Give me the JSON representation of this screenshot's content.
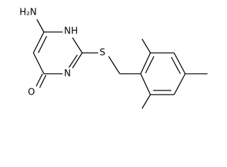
{
  "molecule": {
    "atoms": {
      "amino": "H₂N",
      "ring_nh": "H",
      "ring_nh_n": "N",
      "ring_n": "N",
      "sulfur": "S",
      "carbonyl_o": "O"
    },
    "colors": {
      "bond": "#000000",
      "label": "#000000",
      "background": "#ffffff"
    }
  }
}
